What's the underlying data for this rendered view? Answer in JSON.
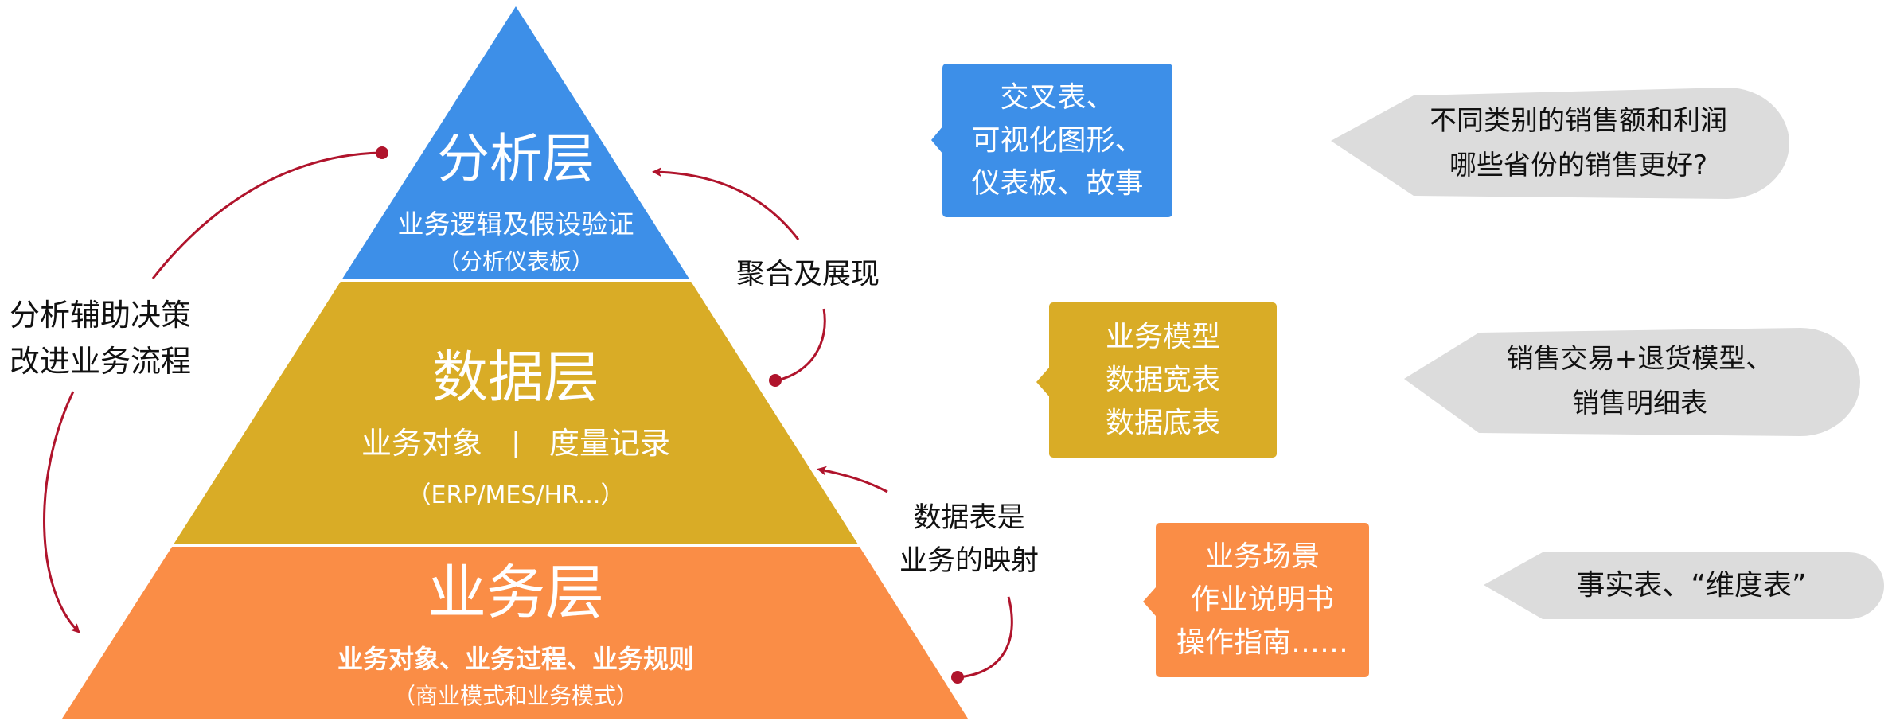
{
  "pyramid": {
    "analysis": {
      "title": "分析层",
      "subtitle": "业务逻辑及假设验证",
      "note": "（分析仪表板）",
      "color": "#3D8FE8"
    },
    "data": {
      "title": "数据层",
      "subtitle_left": "业务对象",
      "separator": "|",
      "subtitle_right": "度量记录",
      "note": "（ERP/MES/HR...）",
      "color": "#D9AC26"
    },
    "business": {
      "title": "业务层",
      "subtitle": "业务对象、业务过程、业务规则",
      "note": "（商业模式和业务模式）",
      "color": "#FA8D46"
    }
  },
  "left_cycle": {
    "line1": "分析辅助决策",
    "line2": "改进业务流程",
    "arrow_color": "#B0142C"
  },
  "middle_labels": {
    "aggregate": "聚合及展现",
    "mapping_line1": "数据表是",
    "mapping_line2": "业务的映射"
  },
  "callouts": {
    "analysis": [
      "交叉表、",
      "可视化图形、",
      "仪表板、故事"
    ],
    "data": [
      "业务模型",
      "数据宽表",
      "数据底表"
    ],
    "business": [
      "业务场景",
      "作业说明书",
      "操作指南……"
    ]
  },
  "examples": {
    "analysis": [
      "不同类别的销售额和利润",
      "哪些省份的销售更好?"
    ],
    "data": [
      "销售交易+退货模型、",
      "销售明细表"
    ],
    "business": [
      "事实表、“维度表”"
    ],
    "bubble_color": "#DCDCDC"
  }
}
